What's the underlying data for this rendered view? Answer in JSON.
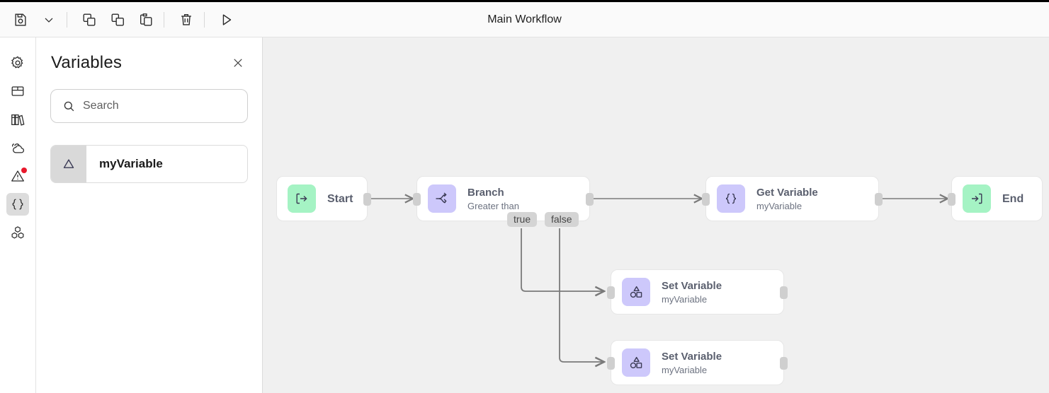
{
  "toolbar": {
    "title": "Main Workflow",
    "buttons": [
      {
        "name": "save-button",
        "icon": "save-icon"
      },
      {
        "name": "save-dropdown-button",
        "icon": "chevron-down-icon"
      },
      {
        "name": "copy-button",
        "icon": "copy-icon"
      },
      {
        "name": "duplicate-button",
        "icon": "duplicate-icon"
      },
      {
        "name": "paste-button",
        "icon": "paste-icon"
      },
      {
        "name": "delete-button",
        "icon": "trash-icon"
      },
      {
        "name": "run-button",
        "icon": "play-icon"
      }
    ]
  },
  "rail": {
    "items": [
      {
        "name": "sidebar-item-settings",
        "icon": "gear-icon",
        "active": false,
        "badge": false
      },
      {
        "name": "sidebar-item-package",
        "icon": "box-icon",
        "active": false,
        "badge": false
      },
      {
        "name": "sidebar-item-library",
        "icon": "books-icon",
        "active": false,
        "badge": false
      },
      {
        "name": "sidebar-item-cloud",
        "icon": "cloud-icon",
        "active": false,
        "badge": false
      },
      {
        "name": "sidebar-item-errors",
        "icon": "warning-triangle-icon",
        "active": false,
        "badge": true
      },
      {
        "name": "sidebar-item-variables",
        "icon": "curly-braces-icon",
        "active": true,
        "badge": false
      },
      {
        "name": "sidebar-item-blocks",
        "icon": "cubes-icon",
        "active": false,
        "badge": false
      }
    ]
  },
  "panel": {
    "title": "Variables",
    "close_label": "close-icon",
    "search": {
      "value": "",
      "placeholder": "Search"
    },
    "variables": [
      {
        "name": "myVariable",
        "icon": "triangle-icon"
      }
    ]
  },
  "canvas": {
    "nodes": [
      {
        "id": "start",
        "title": "Start",
        "subtitle": "",
        "icon": "arrow-out-bracket-icon",
        "icon_color": "green"
      },
      {
        "id": "branch",
        "title": "Branch",
        "subtitle": "Greater than",
        "icon": "branch-icon",
        "icon_color": "purple"
      },
      {
        "id": "get",
        "title": "Get Variable",
        "subtitle": "myVariable",
        "icon": "curly-braces-icon",
        "icon_color": "purple"
      },
      {
        "id": "end",
        "title": "End",
        "subtitle": "",
        "icon": "arrow-in-bracket-icon",
        "icon_color": "green"
      },
      {
        "id": "set1",
        "title": "Set Variable",
        "subtitle": "myVariable",
        "icon": "shapes-icon",
        "icon_color": "purple"
      },
      {
        "id": "set2",
        "title": "Set Variable",
        "subtitle": "myVariable",
        "icon": "shapes-icon",
        "icon_color": "purple"
      }
    ],
    "port_labels": {
      "true": "true",
      "false": "false"
    }
  },
  "colors": {
    "canvas_bg": "#f0f0f0",
    "node_icon_green": "#a5f3c4",
    "node_icon_purple": "#cdc8fb",
    "edge": "#7a7a7a",
    "badge_red": "#e8192c"
  }
}
